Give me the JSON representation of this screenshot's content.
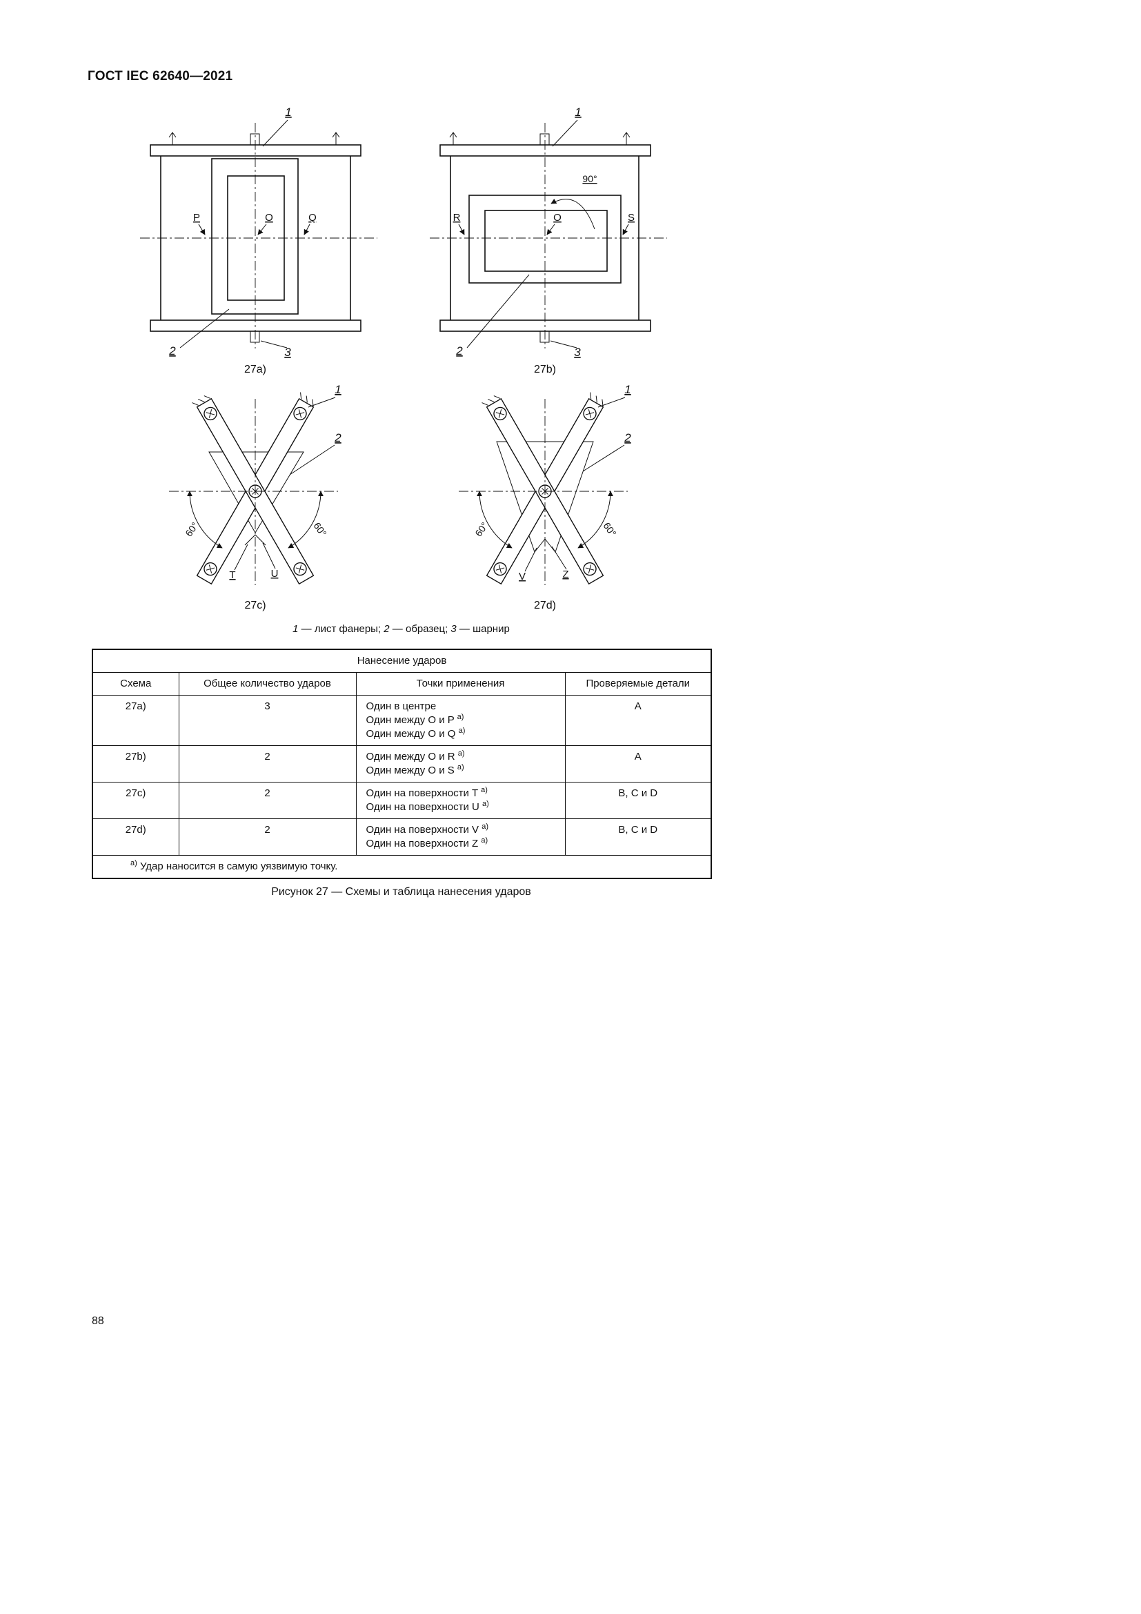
{
  "page": {
    "title": "ГОСТ IEC 62640—2021",
    "number": "88"
  },
  "figures": {
    "fig27a": {
      "caption": "27a)",
      "callout_1": "1",
      "callout_2": "2",
      "callout_3": "3",
      "label_p": "P",
      "label_o": "O",
      "label_q": "Q"
    },
    "fig27b": {
      "caption": "27b)",
      "callout_1": "1",
      "callout_2": "2",
      "callout_3": "3",
      "label_r": "R",
      "label_o": "O",
      "label_s": "S",
      "angle": "90°"
    },
    "fig27c": {
      "caption": "27c)",
      "callout_1": "1",
      "callout_2": "2",
      "label_t": "T",
      "label_u": "U",
      "angle_left": "60°",
      "angle_right": "60°"
    },
    "fig27d": {
      "caption": "27d)",
      "callout_1": "1",
      "callout_2": "2",
      "label_v": "V",
      "label_z": "Z",
      "angle_left": "60°",
      "angle_right": "60°"
    },
    "legend": {
      "n1": "1",
      "t1": " — лист фанеры; ",
      "n2": "2",
      "t2": " — образец; ",
      "n3": "3",
      "t3": " — шарнир"
    }
  },
  "table": {
    "title": "Нанесение ударов",
    "columns": [
      "Схема",
      "Общее количество ударов",
      "Точки применения",
      "Проверяемые детали"
    ],
    "rows": [
      {
        "scheme": "27a)",
        "count": "3",
        "points": [
          {
            "text": "Один в центре",
            "sup": ""
          },
          {
            "text": "Один между O и P ",
            "sup": "a)"
          },
          {
            "text": "Один между O и Q ",
            "sup": "a)"
          }
        ],
        "parts": "A"
      },
      {
        "scheme": "27b)",
        "count": "2",
        "points": [
          {
            "text": "Один между O и R ",
            "sup": "a)"
          },
          {
            "text": "Один между O и S ",
            "sup": "a)"
          }
        ],
        "parts": "A"
      },
      {
        "scheme": "27c)",
        "count": "2",
        "points": [
          {
            "text": "Один на поверхности T ",
            "sup": "a)"
          },
          {
            "text": "Один на поверхности U ",
            "sup": "a)"
          }
        ],
        "parts": "B, C и D"
      },
      {
        "scheme": "27d)",
        "count": "2",
        "points": [
          {
            "text": "Один на поверхности V ",
            "sup": "a)"
          },
          {
            "text": "Один на поверхности Z ",
            "sup": "a)"
          }
        ],
        "parts": "B, C и D"
      }
    ],
    "footnote": {
      "sup": "a)",
      "text": " Удар наносится в самую уязвимую точку."
    }
  },
  "caption": "Рисунок 27 — Схемы и таблица нанесения ударов"
}
